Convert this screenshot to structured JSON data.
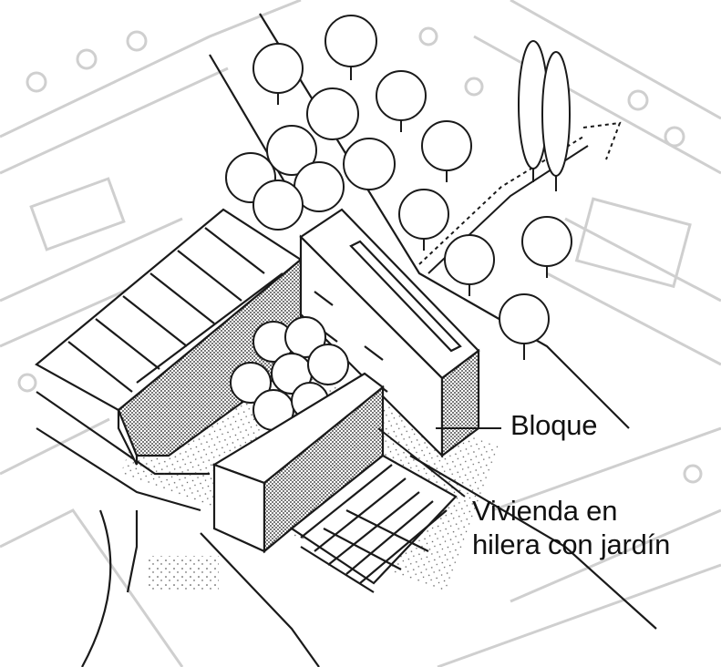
{
  "labels": {
    "bloque": "Bloque",
    "vivienda_line1": "Vivienda en",
    "vivienda_line2": "hilera con jardín"
  },
  "colors": {
    "ink": "#1a1a1a",
    "background_plan": "#c8c8c8",
    "paper": "#ffffff"
  }
}
